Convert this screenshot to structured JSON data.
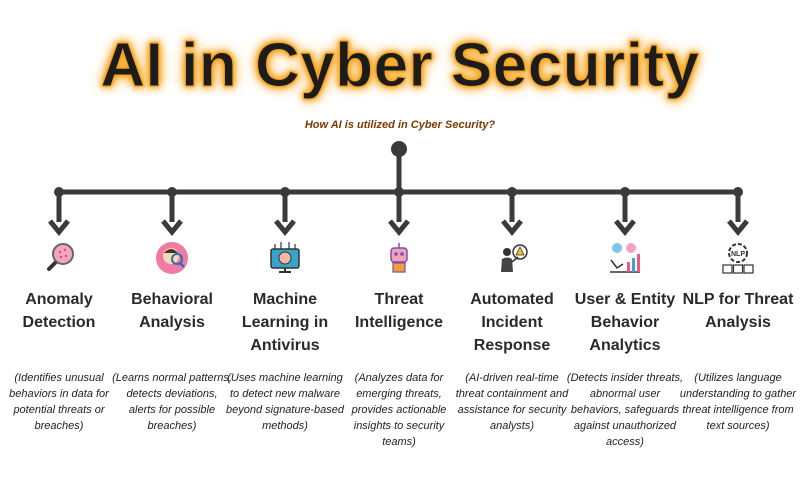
{
  "title": "AI in Cyber Security",
  "subtitle": "How AI is utilized in Cyber Security?",
  "colors": {
    "title_glow": "#f5a21a",
    "connector": "#3a3a3a"
  },
  "items": [
    {
      "icon": "magnifier-icon",
      "heading": "Anomaly Detection",
      "desc": "(Identifies unusual behaviors in data for potential threats or breaches)"
    },
    {
      "icon": "face-scan-icon",
      "heading": "Behavioral Analysis",
      "desc": "(Learns normal patterns, detects deviations, alerts for possible breaches)"
    },
    {
      "icon": "monitor-brain-icon",
      "heading": "Machine Learning in Antivirus",
      "desc": "(Uses machine learning to detect new malware beyond signature-based methods)"
    },
    {
      "icon": "robot-shield-icon",
      "heading": "Threat Intelligence",
      "desc": "(Analyzes data for emerging threats, provides actionable insights to security teams)"
    },
    {
      "icon": "person-alert-icon",
      "heading": "Automated Incident Response",
      "desc": "(AI-driven real-time threat containment and assistance for security analysts)"
    },
    {
      "icon": "analytics-chart-icon",
      "heading": "User & Entity Behavior Analytics",
      "desc": "(Detects insider threats, abnormal user behaviors, safeguards against unauthorized access)"
    },
    {
      "icon": "nlp-gear-icon",
      "heading": "NLP for Threat Analysis",
      "desc": "(Utilizes language understanding to gather threat intelligence from text sources)"
    }
  ]
}
